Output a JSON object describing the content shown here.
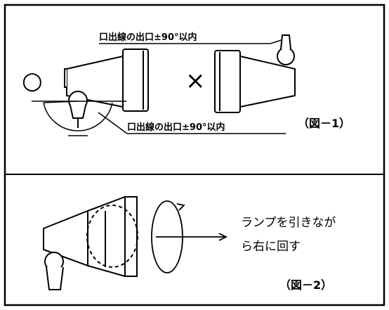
{
  "figure1": {
    "caption": "（図－1）",
    "ok_symbol": "○",
    "ng_symbol": "×",
    "label_top": "口出線の出口±90°以内",
    "label_bottom": "口出線の出口±90°以内"
  },
  "figure2": {
    "caption": "（図－2）",
    "instruction_line1": "ランプを引きなが",
    "instruction_line2": "ら右に回す"
  },
  "colors": {
    "ink": "#000000",
    "paper": "#ffffff"
  },
  "icons": [
    "circle-ok-symbol",
    "cross-ng-symbol",
    "rotate-arrow-icon",
    "right-arrow-icon"
  ]
}
